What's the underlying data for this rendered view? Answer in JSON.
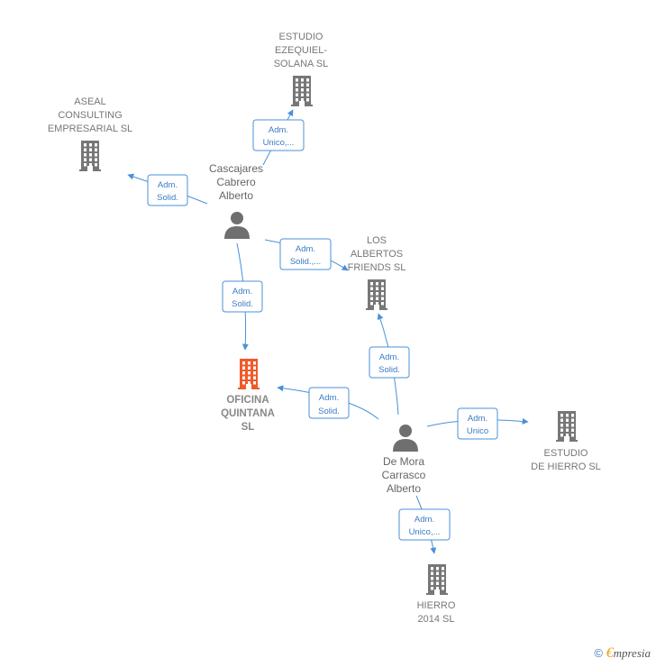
{
  "companies": {
    "estudio_ezequiel": [
      "ESTUDIO",
      "EZEQUIEL-",
      "SOLANA SL"
    ],
    "aseal": [
      "ASEAL",
      "CONSULTING",
      "EMPRESARIAL SL"
    ],
    "los_albertos": [
      "LOS",
      "ALBERTOS",
      "FRIENDS  SL"
    ],
    "oficina_quintana": [
      "OFICINA",
      "QUINTANA",
      "SL"
    ],
    "estudio_hierro": [
      "ESTUDIO",
      "DE HIERRO  SL"
    ],
    "hierro_2014": [
      "HIERRO",
      "2014  SL"
    ]
  },
  "persons": {
    "cascajares": [
      "Cascajares",
      "Cabrero",
      "Alberto"
    ],
    "de_mora": [
      "De Mora",
      "Carrasco",
      "Alberto"
    ]
  },
  "edges": {
    "e1": [
      "Adm.",
      "Unico,..."
    ],
    "e2": [
      "Adm.",
      "Solid."
    ],
    "e3": [
      "Adm.",
      "Solid.,..."
    ],
    "e4": [
      "Adm.",
      "Solid."
    ],
    "e5": [
      "Adm.",
      "Solid."
    ],
    "e6": [
      "Adm.",
      "Solid."
    ],
    "e7": [
      "Adm.",
      "Unico"
    ],
    "e8": [
      "Adm.",
      "Unico,..."
    ]
  },
  "colors": {
    "building": "#777777",
    "building_focus": "#f05a28",
    "person": "#6f6f6f",
    "edge": "#4a90d9"
  },
  "footer": {
    "copyright": "©",
    "brand_initial": "€",
    "brand_rest": "mpresia"
  }
}
